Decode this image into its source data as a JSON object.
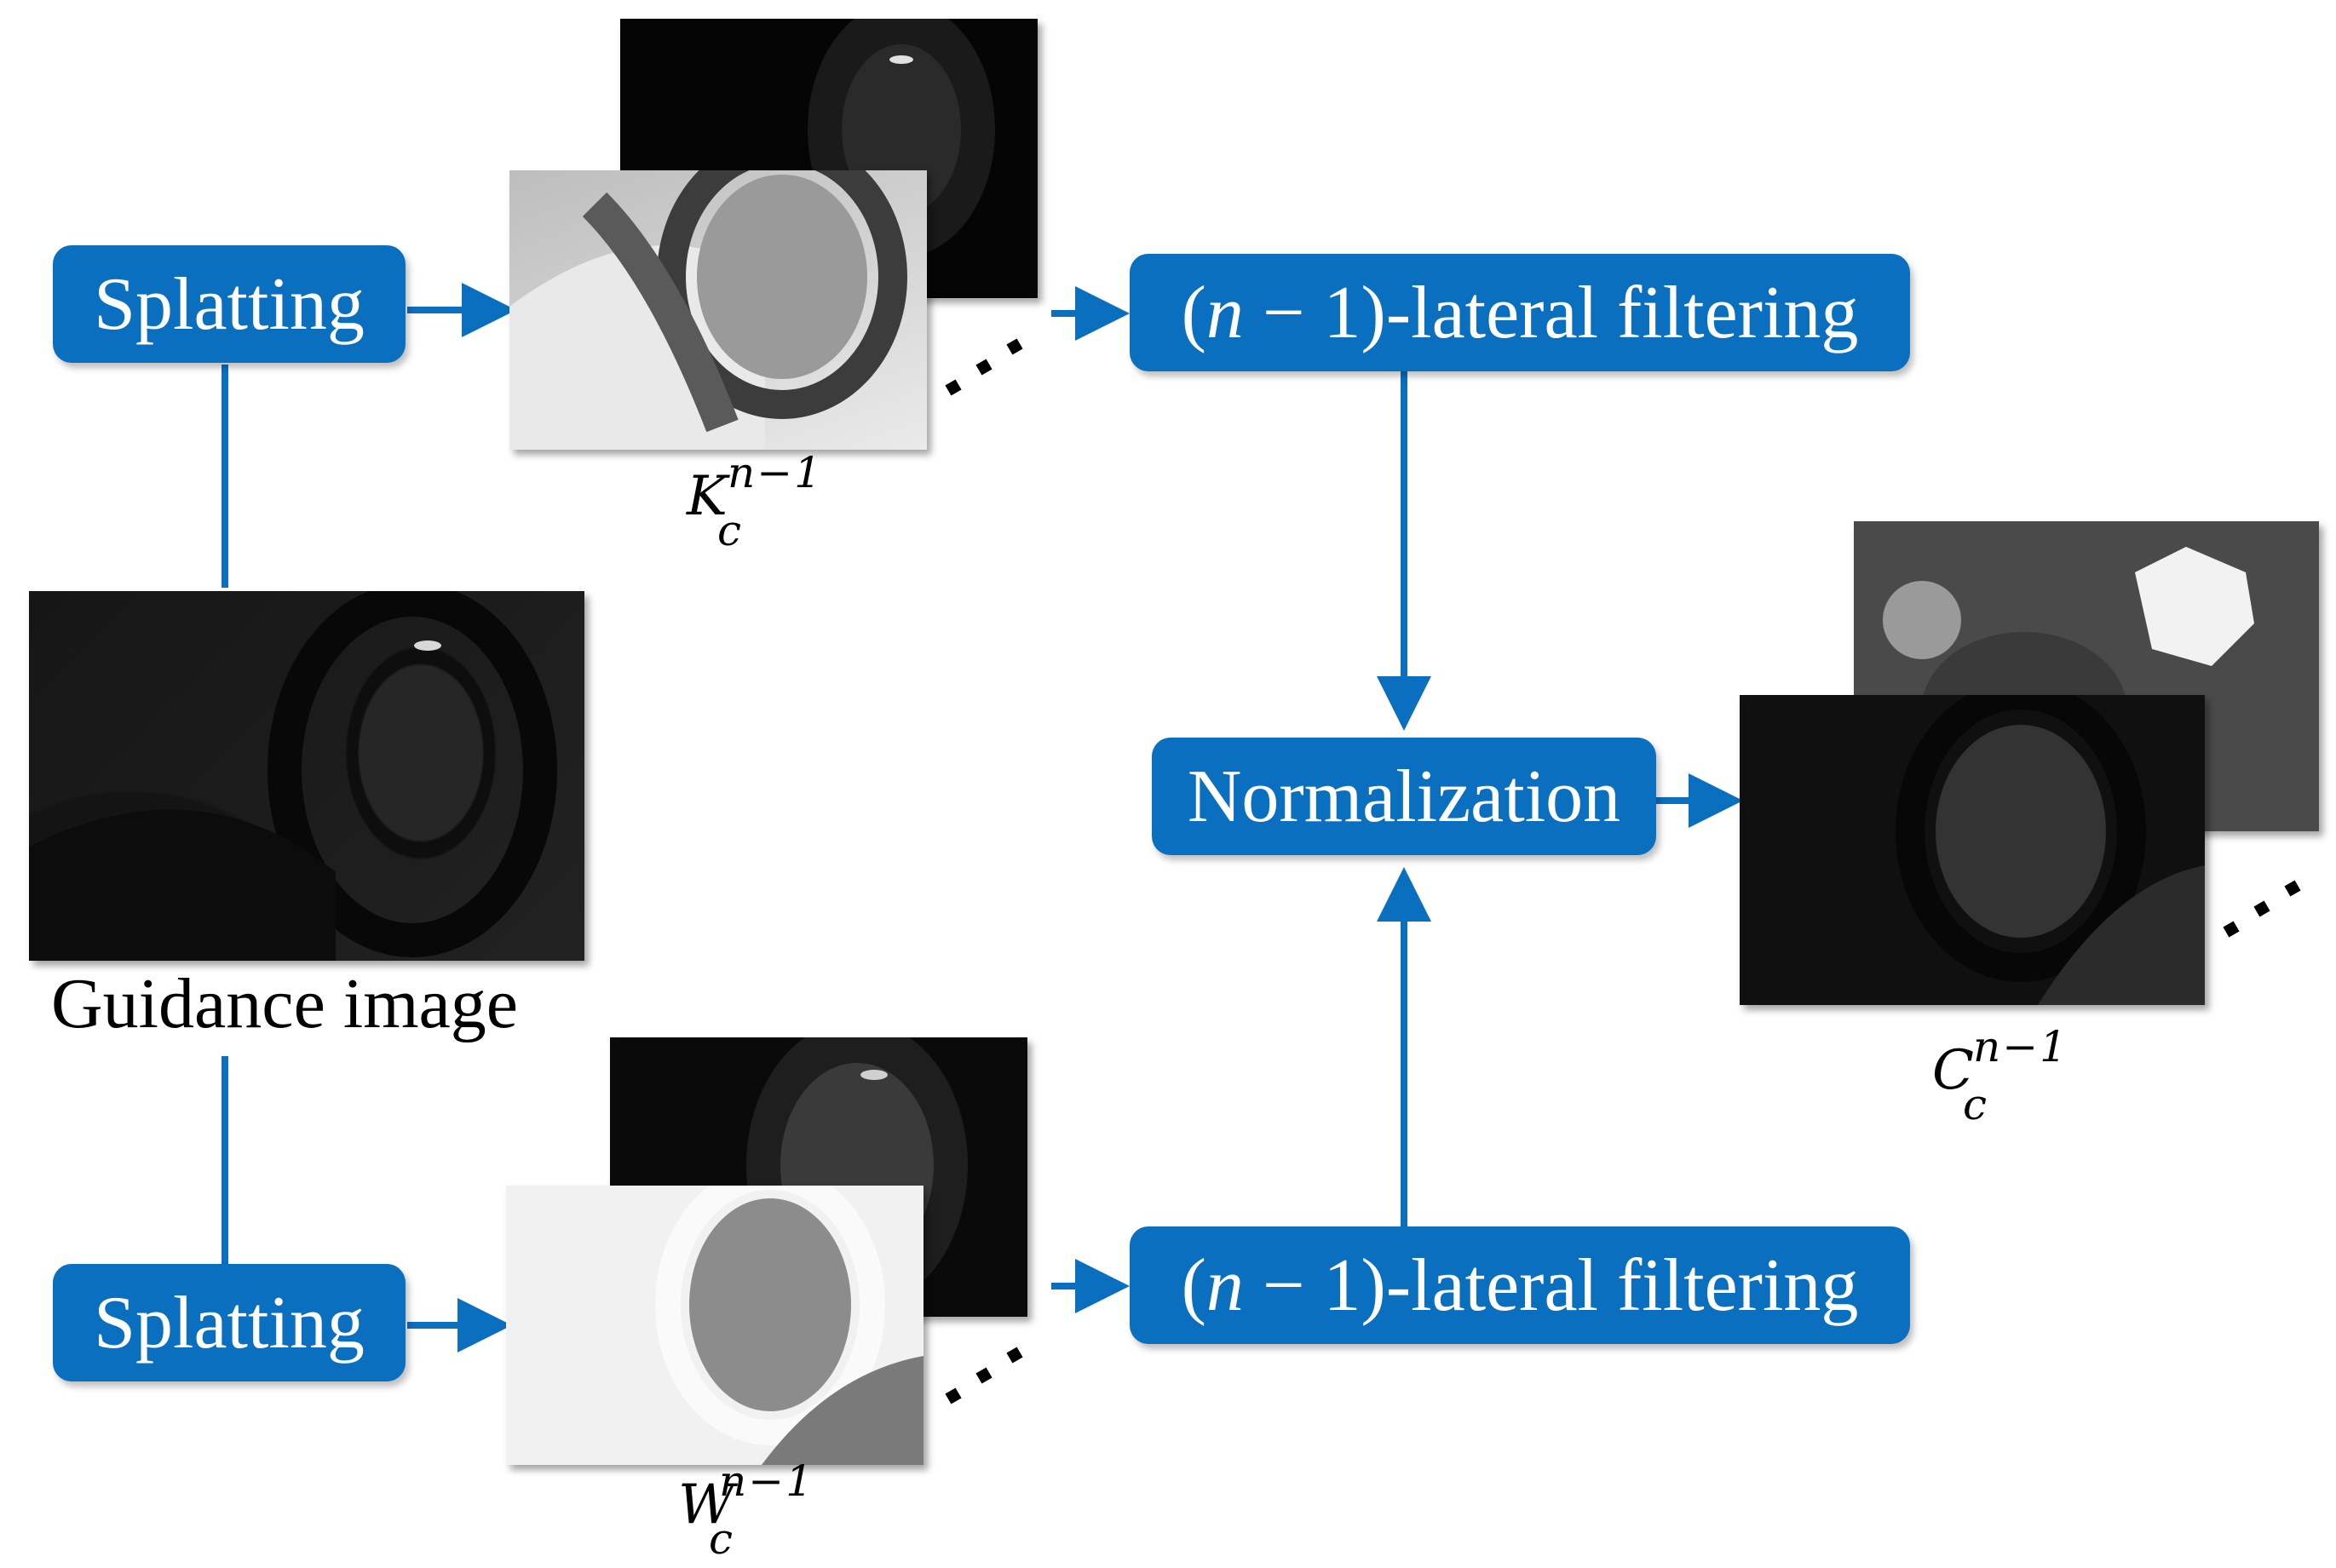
{
  "boxes": {
    "splat_top": "Splatting",
    "splat_bottom": "Splatting",
    "filter_top_var": "n",
    "filter_top_rest": " − 1)-lateral filtering",
    "filter_bottom_var": "n",
    "filter_bottom_rest": " − 1)-lateral filtering",
    "normalization": "Normalization"
  },
  "captions": {
    "guidance": "Guidance image"
  },
  "labels": {
    "k": {
      "base": "K",
      "sub": "c",
      "sup": "n−1"
    },
    "w": {
      "base": "W",
      "sub": "c",
      "sup": "n−1"
    },
    "c": {
      "base": "C",
      "sub": "c",
      "sup": "n−1"
    }
  },
  "colors": {
    "accent": "#0b6fc0",
    "arrow": "#0b6fc0"
  }
}
